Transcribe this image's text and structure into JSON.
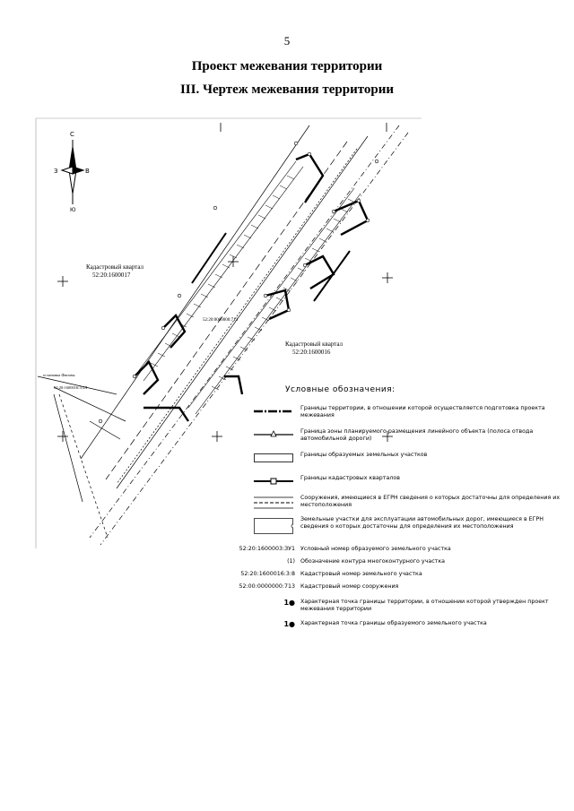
{
  "page_number": "5",
  "title_line1": "Проект межевания территории",
  "title_line2": "III. Чертеж межевания территории",
  "compass": {
    "north": "С",
    "south": "Ю",
    "west": "З",
    "east": "В"
  },
  "drawing": {
    "quarter_left": {
      "line1": "Кадастровый квартал",
      "line2": "52:20:1600017"
    },
    "quarter_right": {
      "line1": "Кадастровый квартал",
      "line2": "52:20:1600016"
    },
    "road_label": "52:20:0000000:713",
    "stop_label": "остановка Фиговы",
    "parcel_code": "52:20:1600016:3:3Л"
  },
  "legend": {
    "heading": "Условные обозначения:",
    "items": [
      {
        "code": "",
        "text": "Границы территории, в отношении которой осуществляется подготовка проекта межевания"
      },
      {
        "code": "",
        "text": "Граница зоны планируемого размещения линейного объекта (полоса отвода автомобильной дороги)"
      },
      {
        "code": "",
        "text": "Границы образуемых земельных участков"
      },
      {
        "code": "",
        "text": "Границы кадастровых кварталов"
      },
      {
        "code": "",
        "text": "Сооружения, имеющиеся в ЕГРН сведения о которых достаточны для определения их местоположения"
      },
      {
        "code": "",
        "text": "Земельные участки для эксплуатации автомобильных дорог, имеющиеся в ЕГРН сведения о которых достаточны для определения их местоположения"
      },
      {
        "code": "52:20:1600003:ЗУ1",
        "text": "Условный номер образуемого земельного участка"
      },
      {
        "code": "(1)",
        "text": "Обозначение контура многоконтурного участка"
      },
      {
        "code": "52:20:1600016:3:8",
        "text": "Кадастровый номер земельного участка"
      },
      {
        "code": "52:00:0000000:713",
        "text": "Кадастровый номер сооружения"
      },
      {
        "code": "1●",
        "text": "Характерная точка границы территории, в отношении которой утвержден проект межевания территории"
      },
      {
        "code": "1●",
        "text": "Характерная точка границы образуемого земельного участка"
      }
    ]
  }
}
